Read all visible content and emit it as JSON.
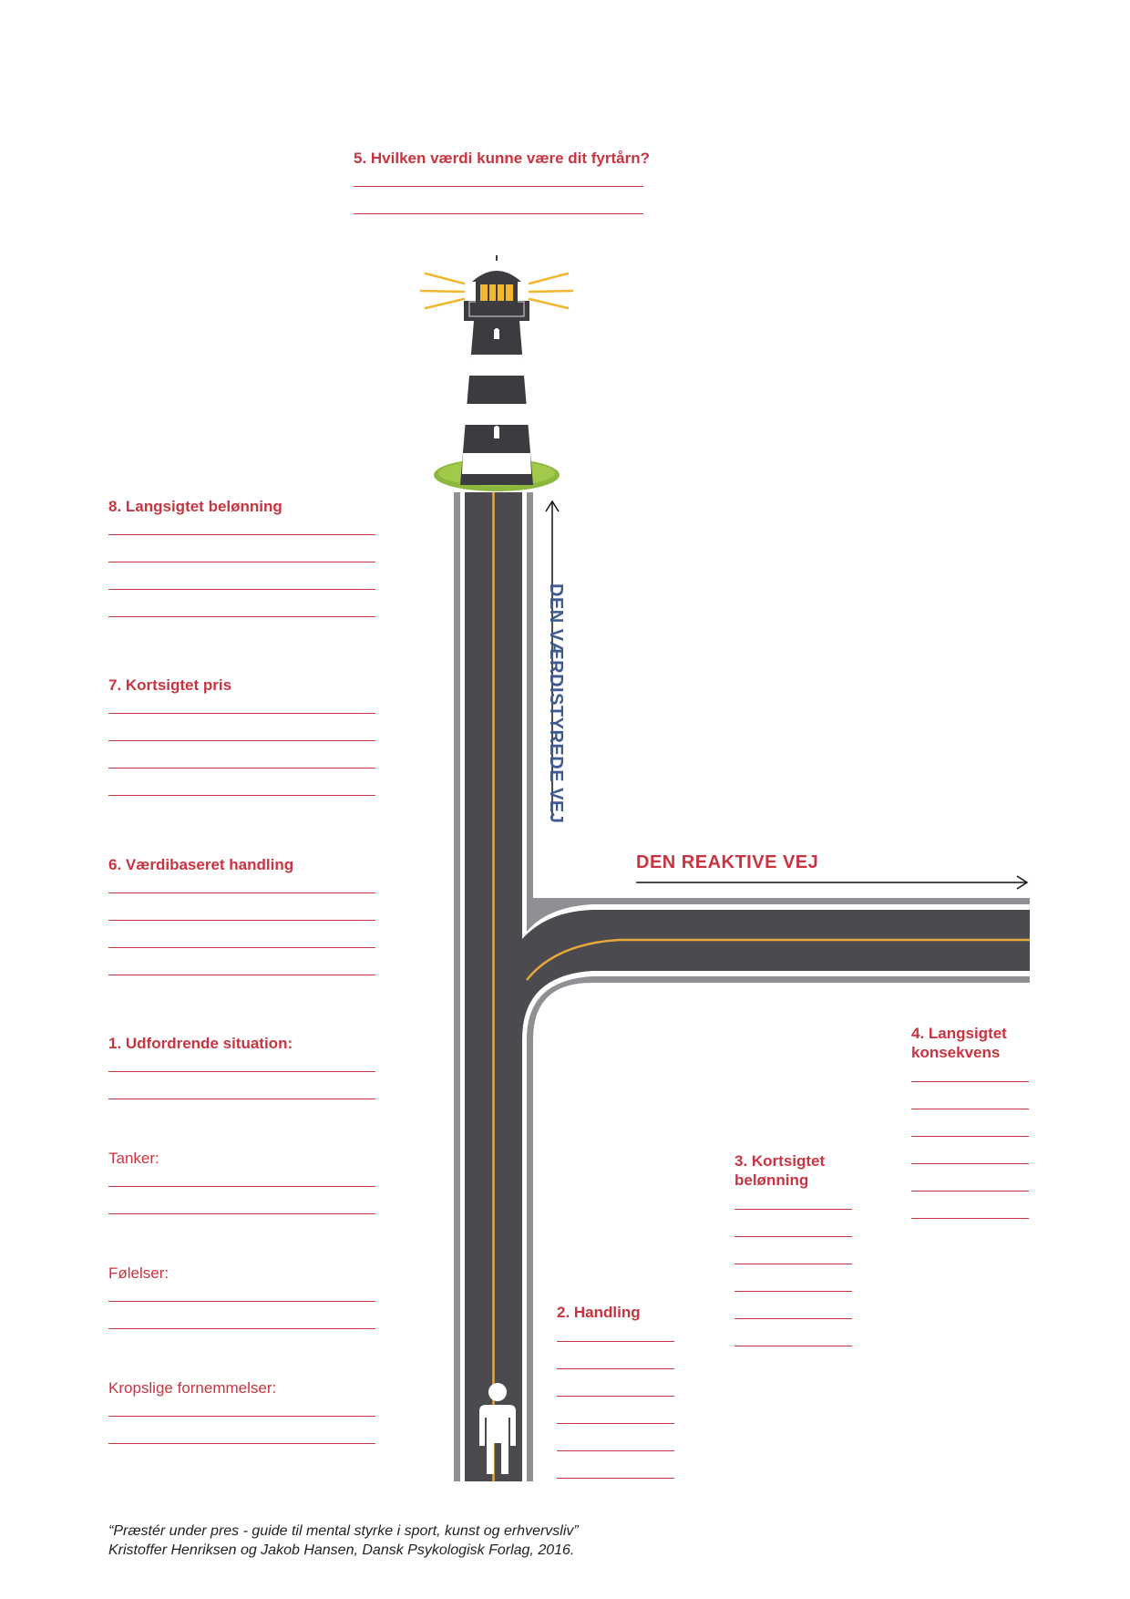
{
  "question_lighthouse": "5. Hvilken værdi kunne være dit fyrtårn?",
  "left_column": {
    "long_term_reward": "8. Langsigtet belønning",
    "short_term_price": "7. Kortsigtet pris",
    "value_based_action": "6. Værdibaseret handling",
    "challenging_situation": "1. Udfordrende situation:",
    "thoughts": "Tanker:",
    "feelings": "Følelser:",
    "bodily_sensations": "Kropslige fornemmelser:"
  },
  "right_column": {
    "action": "2. Handling",
    "short_term_reward": "3. Kortsigtet belønning",
    "long_term_consequence": "4. Langsigtet konsekvens"
  },
  "road_labels": {
    "value_driven_path": "DEN VÆRDISTYREDE VEJ",
    "reactive_path": "DEN REAKTIVE VEJ"
  },
  "citation": {
    "line1": "“Præstér under pres - guide til mental styrke i sport, kunst og erhvervsliv”",
    "line2": "Kristoffer Henriksen og Jakob Hansen, Dansk Psykologisk Forlag, 2016."
  },
  "colors": {
    "label_red": "#c8343f",
    "road_dark": "#4b4a4e",
    "road_center": "#e8a93a",
    "value_path_blue": "#3f5a93",
    "grass_green": "#8cb83d",
    "light_yellow": "#f2b631"
  }
}
